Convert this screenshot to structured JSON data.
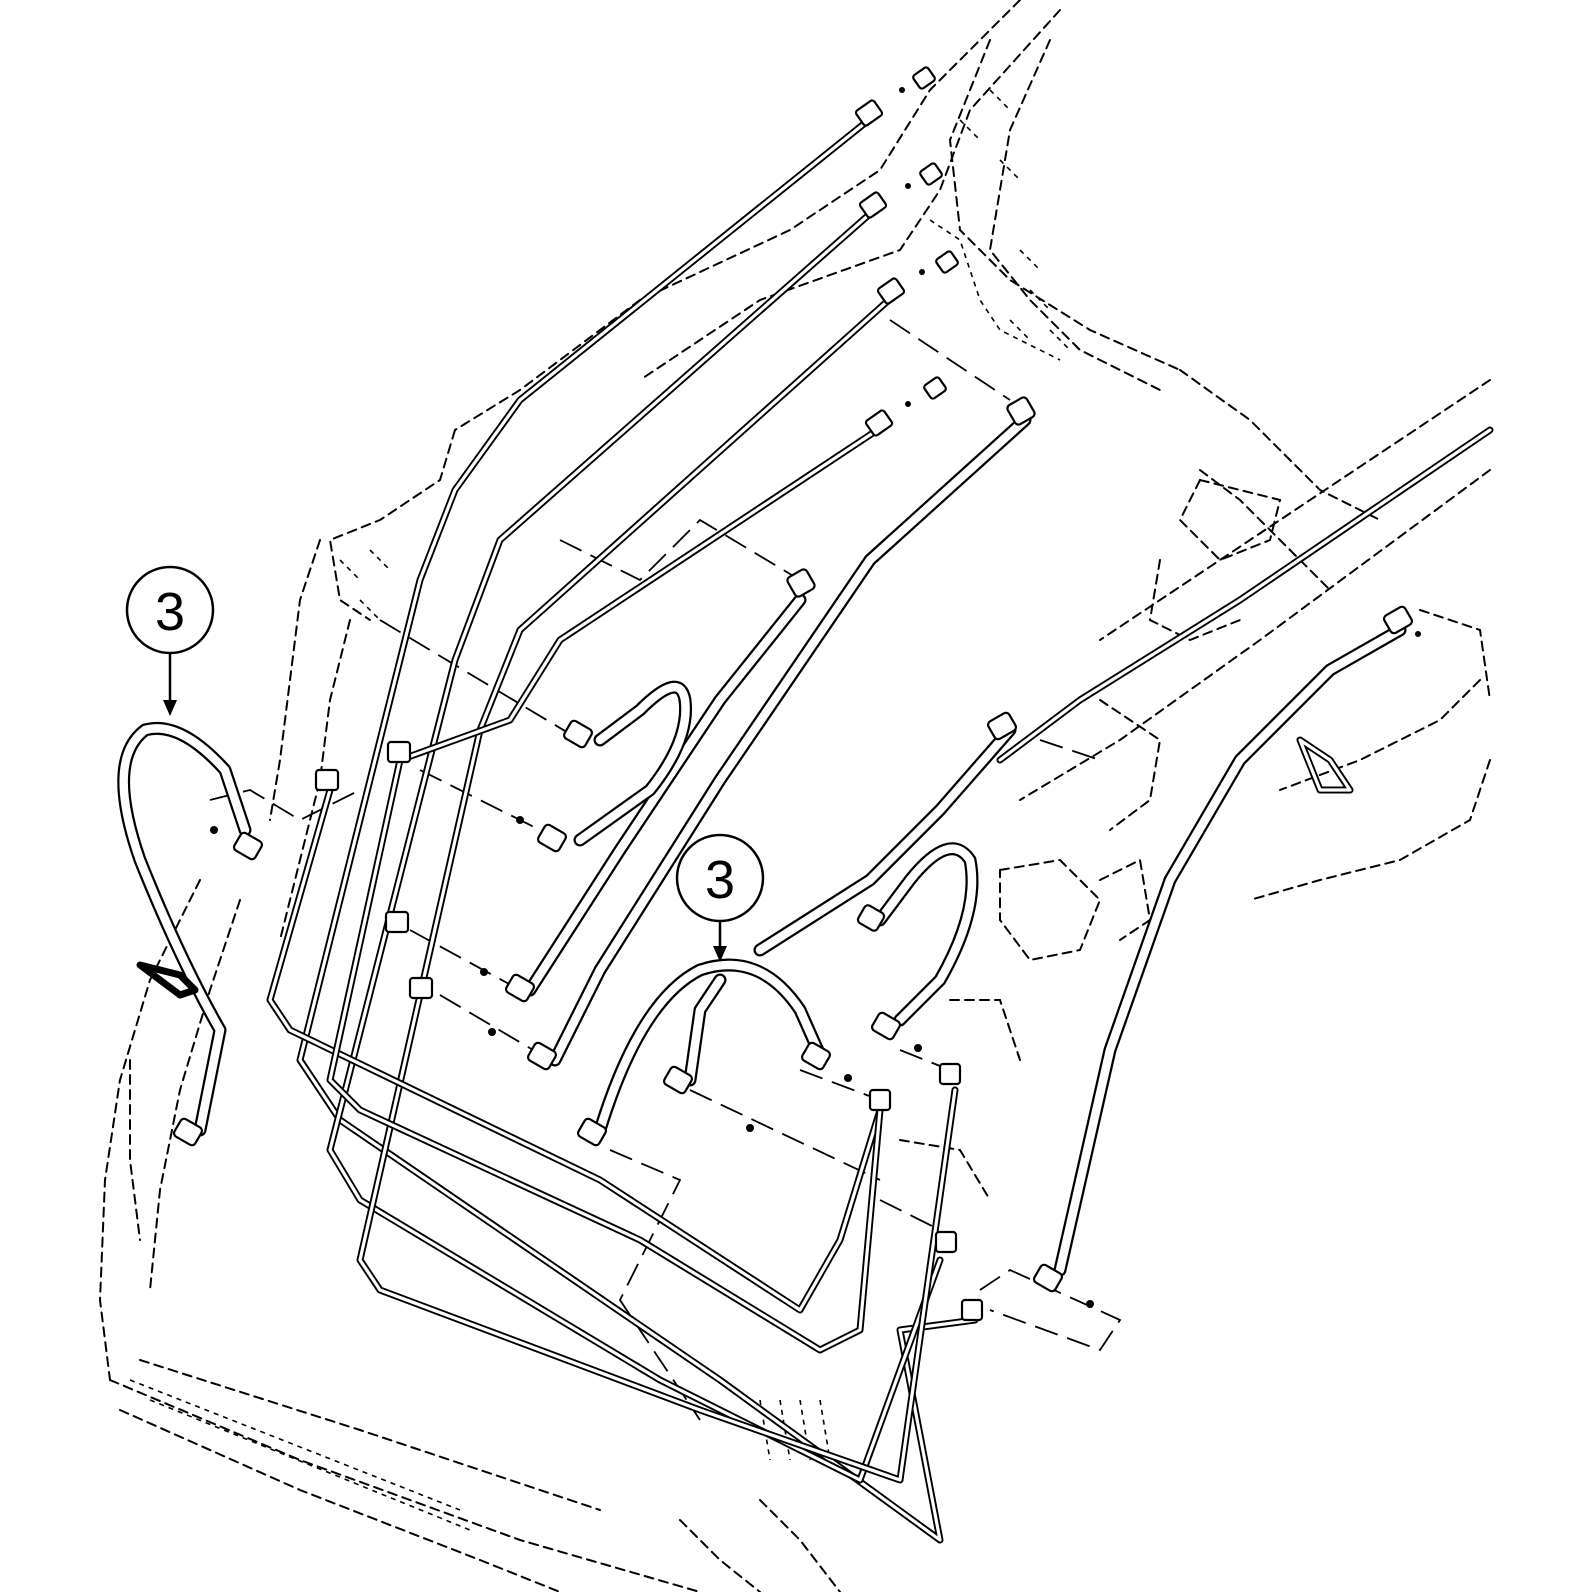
{
  "callouts": [
    {
      "id": "left",
      "label": "3"
    },
    {
      "id": "center",
      "label": "3"
    }
  ],
  "colors": {
    "line": "#000000",
    "background": "#ffffff"
  }
}
